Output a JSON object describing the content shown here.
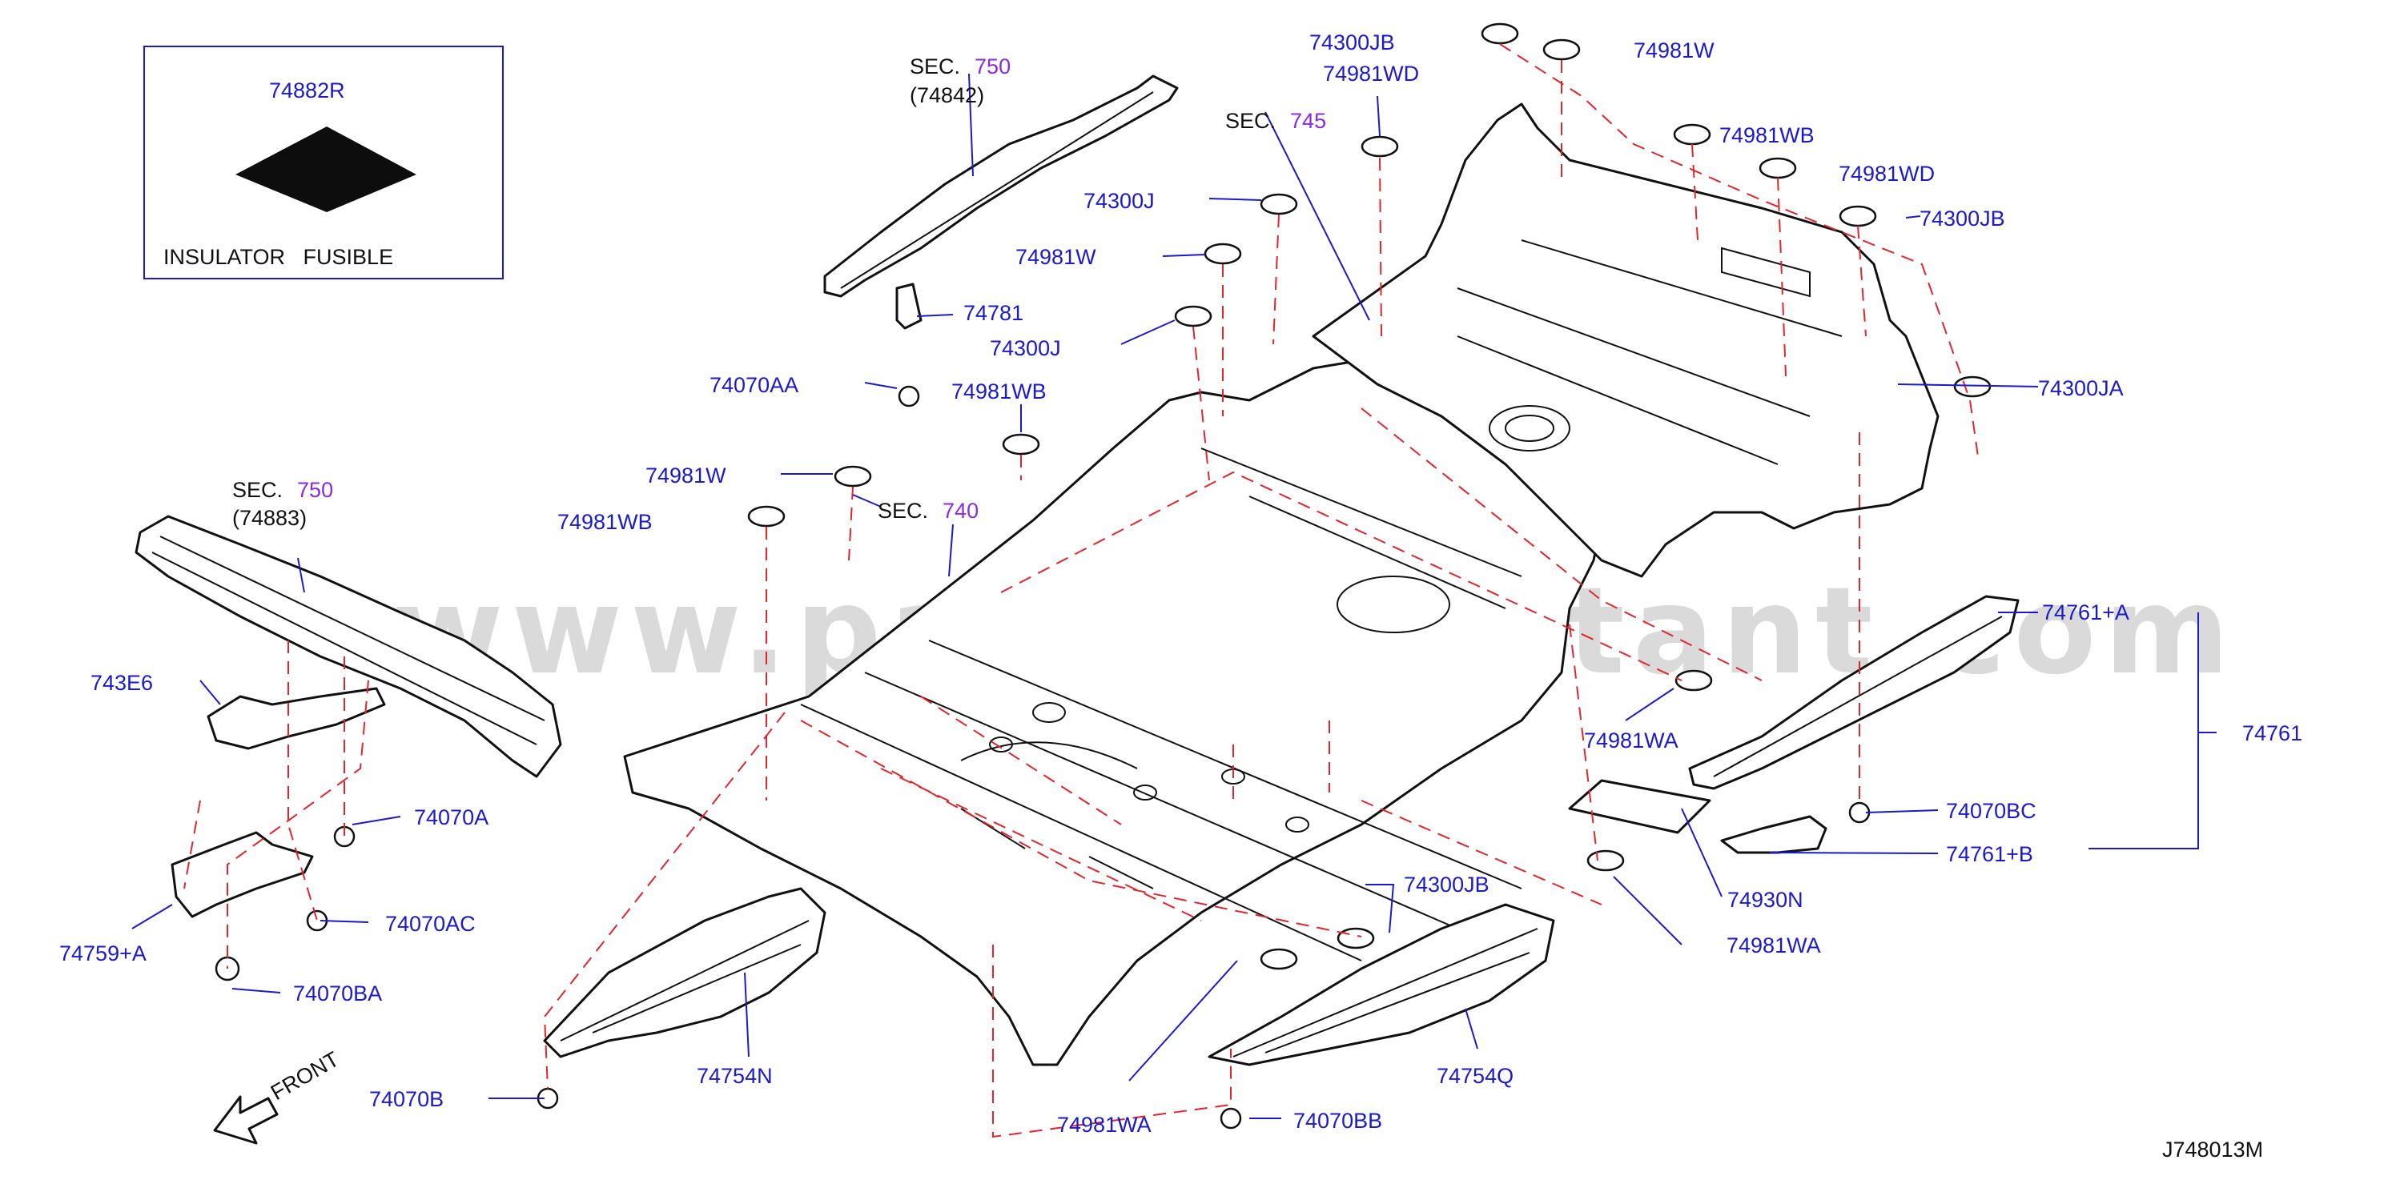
{
  "legend_box": {
    "part_number": "74882R",
    "caption": "INSULATOR   FUSIBLE"
  },
  "sections": [
    {
      "prefix": "SEC.",
      "number": "750",
      "sub": "(74842)"
    },
    {
      "prefix": "SEC.",
      "number": "745",
      "sub": ""
    },
    {
      "prefix": "SEC.",
      "number": "750",
      "sub": "(74883)"
    },
    {
      "prefix": "SEC.",
      "number": "740",
      "sub": ""
    }
  ],
  "part_labels": [
    "74300JB",
    "74981W",
    "74981WD",
    "74981WB",
    "74981WD",
    "74300JB",
    "74300J",
    "74981W",
    "74781",
    "74300J",
    "74070AA",
    "74981WB",
    "74981W",
    "74981WB",
    "74300JA",
    "74761+A",
    "74761",
    "74981WA",
    "74070BC",
    "74761+B",
    "74930N",
    "74981WA",
    "74300JB",
    "74981WA",
    "74070BB",
    "74754Q",
    "74754N",
    "74070B",
    "743E6",
    "74070A",
    "74070AC",
    "74759+A",
    "74070BA"
  ],
  "front_label": "FRONT",
  "diagram_code": "J748013M",
  "watermark": "www.partsassistant.com"
}
